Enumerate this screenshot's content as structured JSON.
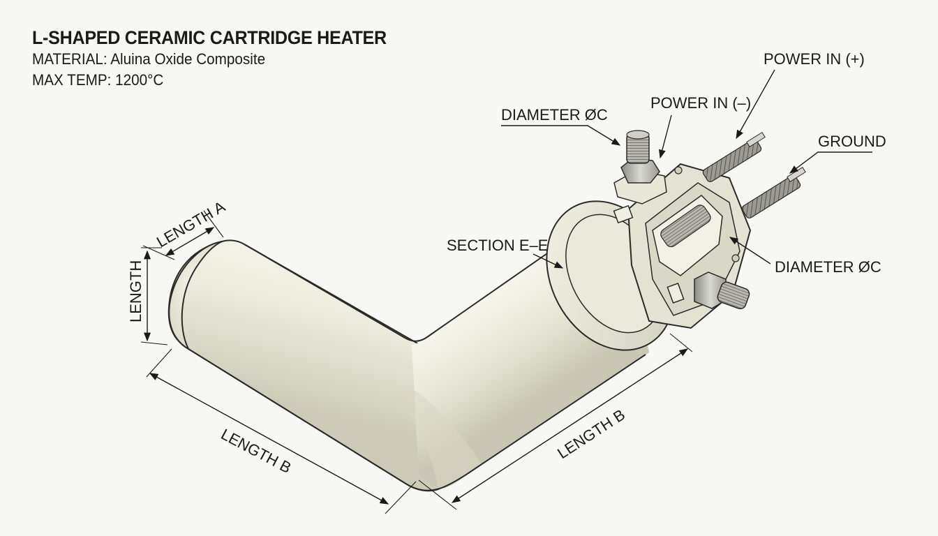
{
  "header": {
    "title": "L-SHAPED CERAMIC CARTRIDGE HEATER",
    "material": "MATERIAL: Aluina Oxide Composite",
    "max_temp": "MAX TEMP: 1200°C"
  },
  "callouts": {
    "power_in_plus": "POWER IN (+)",
    "power_in_minus": "POWER IN (–)",
    "diameter_top": "DIAMETER ØC",
    "ground": "GROUND",
    "section": "SECTION E–E",
    "diameter_right": "DIAMETER ØC"
  },
  "dimensions": {
    "length_a": "LENGTH A",
    "length": "LENGTH",
    "length_b_left": "LENGTH B",
    "length_b_right": "LENGTH B"
  },
  "colors": {
    "ceramic": "#ecebdf",
    "ceramic_shadow": "#c9c7b3",
    "metal": "#b9b9b2",
    "line": "#1a1a1a",
    "background": "#f7f7f4"
  }
}
